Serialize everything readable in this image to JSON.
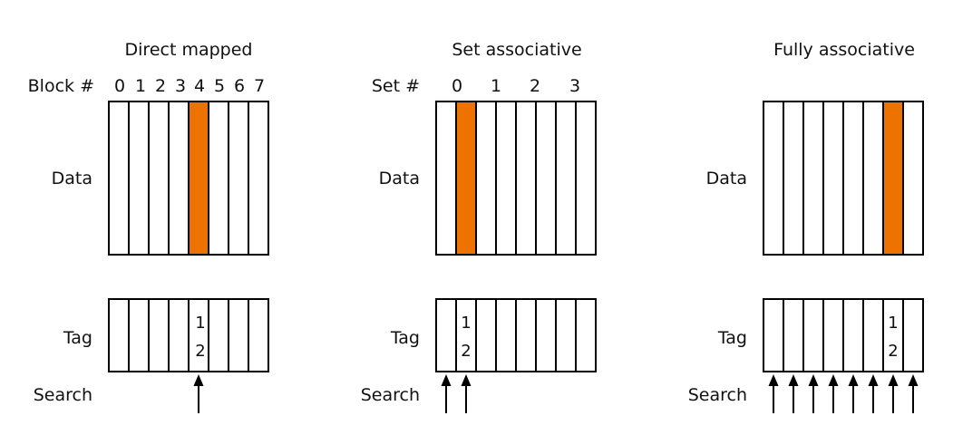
{
  "colors": {
    "highlight": "#ee7200",
    "stroke": "#000000",
    "background": "#ffffff"
  },
  "panels": [
    {
      "title": "Direct mapped",
      "index_label": "Block #",
      "index_values": [
        "0",
        "1",
        "2",
        "3",
        "4",
        "5",
        "6",
        "7"
      ],
      "data_label": "Data",
      "tag_label": "Tag",
      "search_label": "Search",
      "tag_value": [
        "1",
        "2"
      ],
      "highlighted_block": 4,
      "searched_blocks": [
        4
      ]
    },
    {
      "title": "Set associative",
      "index_label": "Set #",
      "index_values": [
        "0",
        "1",
        "2",
        "3"
      ],
      "data_label": "Data",
      "tag_label": "Tag",
      "search_label": "Search",
      "tag_value": [
        "1",
        "2"
      ],
      "highlighted_block": 1,
      "searched_blocks": [
        0,
        1
      ]
    },
    {
      "title": "Fully associative",
      "index_label": "",
      "index_values": [],
      "data_label": "Data",
      "tag_label": "Tag",
      "search_label": "Search",
      "tag_value": [
        "1",
        "2"
      ],
      "highlighted_block": 6,
      "searched_blocks": [
        0,
        1,
        2,
        3,
        4,
        5,
        6,
        7
      ]
    }
  ]
}
